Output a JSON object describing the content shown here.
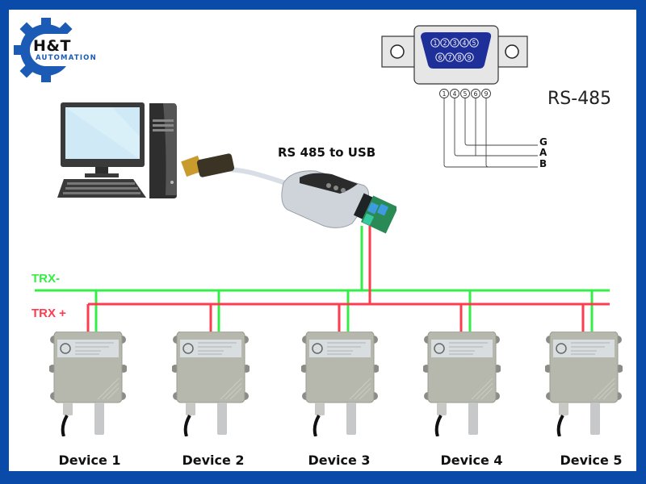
{
  "logo": {
    "brand": "H&T",
    "subtitle": "AUTOMATION",
    "icon": "gear-icon"
  },
  "connector": {
    "title": "RS-485",
    "db9_pins_top": [
      "1",
      "2",
      "3",
      "4",
      "5"
    ],
    "db9_pins_bottom": [
      "6",
      "7",
      "8",
      "9"
    ],
    "wired_pins": [
      "1",
      "4",
      "5",
      "6",
      "9"
    ],
    "signals": [
      "G",
      "A",
      "B"
    ]
  },
  "converter": {
    "title": "RS 485  to USB"
  },
  "bus": {
    "trx_minus_label": "TRX-",
    "trx_plus_label": "TRX +",
    "trx_minus_color": "#33ee44",
    "trx_plus_color": "#ff3b4f"
  },
  "devices": [
    {
      "label": "Device 1"
    },
    {
      "label": "Device 2"
    },
    {
      "label": "Device 3"
    },
    {
      "label": "Device 4"
    },
    {
      "label": "Device 5"
    }
  ],
  "colors": {
    "border": "#0a4aa8",
    "db9_face": "#1f2f9a"
  }
}
